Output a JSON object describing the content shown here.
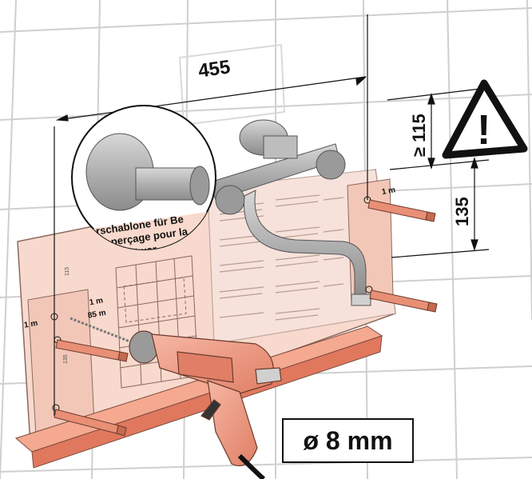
{
  "dimensions": {
    "width_label": "455",
    "height_upper_label": "≥ 115",
    "height_lower_label": "135",
    "arrow_left_1": "1 m",
    "arrow_left_2": "1 m",
    "arrow_right": "1 m",
    "mark_85": "85 m",
    "tick_115": "115",
    "tick_135": "135"
  },
  "template": {
    "title_line1": "rschablone für Be",
    "title_line2": "de perçage pour la",
    "title_line3": "a otwor"
  },
  "drill": {
    "bit_label": "ø 8 mm"
  },
  "warning": {
    "symbol": "!"
  },
  "colors": {
    "template_fill": "#f8d9cd",
    "template_stroke": "#8a6a60",
    "board": "#e9836a",
    "drill_body": "#f09a80",
    "wall_grid": "#cfcfcf",
    "faucet": "#9a9a9a",
    "dowel": "#e88f75"
  }
}
